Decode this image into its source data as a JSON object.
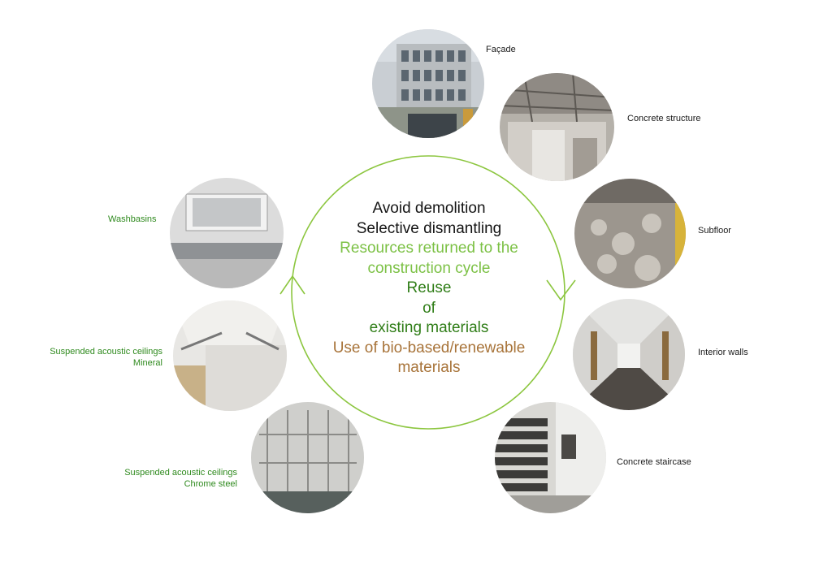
{
  "center": {
    "lines": [
      {
        "text": "Avoid demolition",
        "color": "#141414"
      },
      {
        "text": "Selective dismantling",
        "color": "#141414"
      },
      {
        "text": "Resources returned to the",
        "color": "#7cc145"
      },
      {
        "text": "construction cycle",
        "color": "#7cc145"
      },
      {
        "text": "Reuse",
        "color": "#2f7d17"
      },
      {
        "text": "of",
        "color": "#2f7d17"
      },
      {
        "text": "existing materials",
        "color": "#2f7d17"
      },
      {
        "text": "Use of bio-based/renewable",
        "color": "#a8743a"
      },
      {
        "text": "materials",
        "color": "#a8743a"
      }
    ]
  },
  "ring": {
    "color": "#8cc63f"
  },
  "photos": {
    "facade": {
      "label": "Façade",
      "icon": "building-facade-photo"
    },
    "concrete_structure": {
      "label": "Concrete structure",
      "icon": "ceiling-structure-photo"
    },
    "subfloor": {
      "label": "Subfloor",
      "icon": "subfloor-photo"
    },
    "interior_walls": {
      "label": "Interior walls",
      "icon": "corridor-photo"
    },
    "concrete_staircase": {
      "label": "Concrete staircase",
      "icon": "staircase-photo"
    },
    "washbasins": {
      "label": "Washbasins",
      "icon": "washbasin-photo"
    },
    "ceilings_mineral": {
      "label_line1": "Suspended acoustic ceilings",
      "label_line2": "Mineral",
      "icon": "ceiling-room-photo"
    },
    "ceilings_chrome": {
      "label_line1": "Suspended acoustic ceilings",
      "label_line2": "Chrome steel",
      "icon": "chrome-ceiling-photo"
    }
  }
}
